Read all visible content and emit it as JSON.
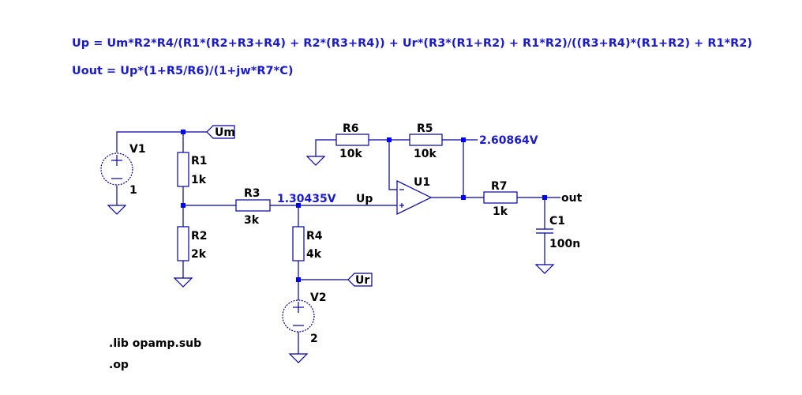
{
  "equations": [
    "Up = Um*R2*R4/(R1*(R2+R3+R4) + R2*(R3+R4)) + Ur*(R3*(R1+R2) + R1*R2)/((R3+R4)*(R1+R2) + R1*R2)",
    "Uout = Up*(1+R5/R6)/(1+jw*R7*C)"
  ],
  "components": {
    "V1": {
      "name": "V1",
      "value": "1"
    },
    "V2": {
      "name": "V2",
      "value": "2"
    },
    "R1": {
      "name": "R1",
      "value": "1k"
    },
    "R2": {
      "name": "R2",
      "value": "2k"
    },
    "R3": {
      "name": "R3",
      "value": "3k"
    },
    "R4": {
      "name": "R4",
      "value": "4k"
    },
    "R5": {
      "name": "R5",
      "value": "10k"
    },
    "R6": {
      "name": "R6",
      "value": "10k"
    },
    "R7": {
      "name": "R7",
      "value": "1k"
    },
    "C1": {
      "name": "C1",
      "value": "100n"
    },
    "U1": {
      "name": "U1"
    }
  },
  "net_labels": {
    "um": "Um",
    "ur": "Ur",
    "up": "Up",
    "out": "out"
  },
  "voltages": {
    "up_node": "1.30435V",
    "opamp_out": "2.60864V"
  },
  "directives": [
    ".lib opamp.sub",
    ".op"
  ],
  "colors": {
    "wire": "#0000a0",
    "node": "#0000ff",
    "text_annotation": "#1a1acd",
    "background": "#ffffff"
  }
}
